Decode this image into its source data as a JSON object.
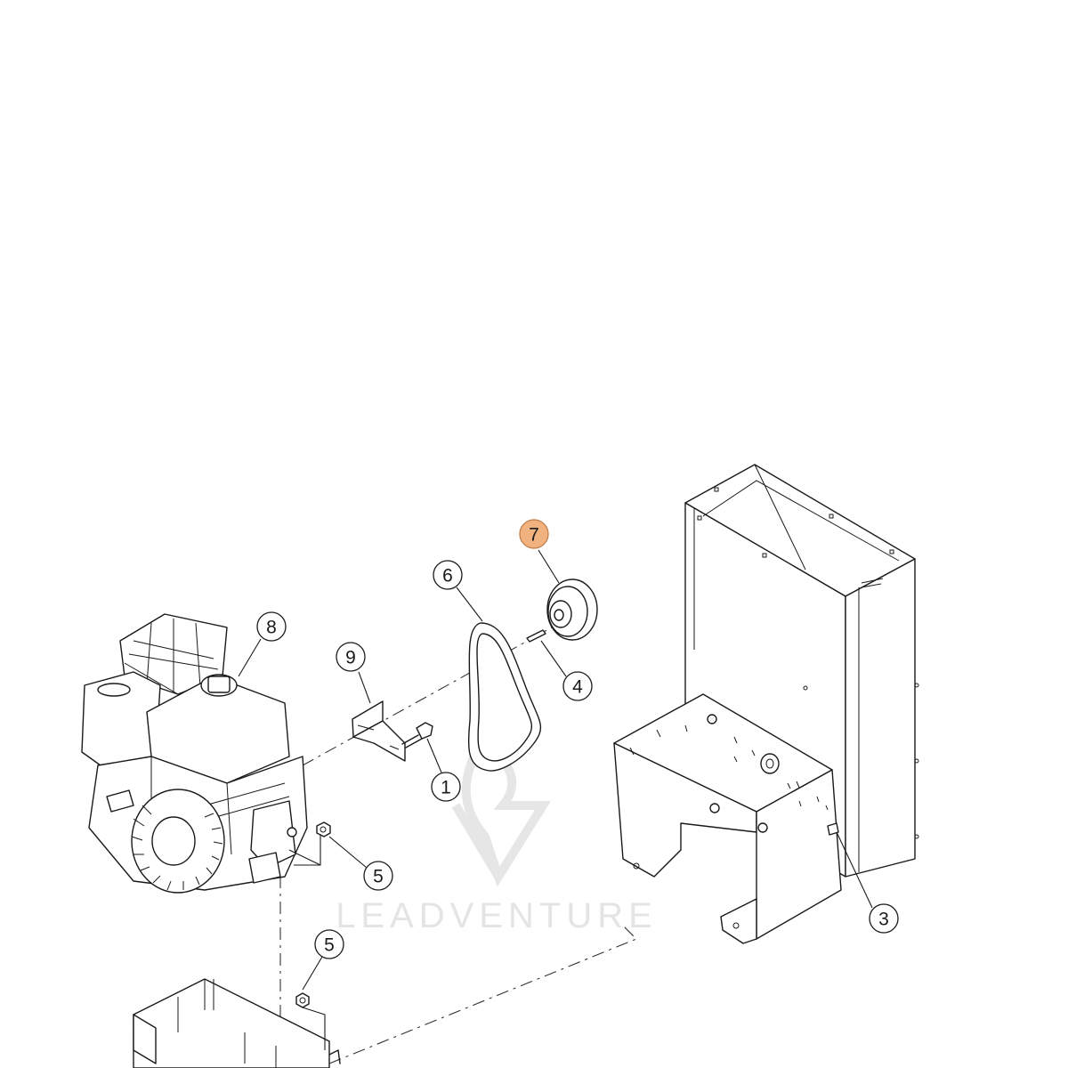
{
  "watermark": {
    "text": "LEADVENTURE"
  },
  "callouts": [
    {
      "id": "c7",
      "label": "7",
      "highlighted": true
    },
    {
      "id": "c6",
      "label": "6",
      "highlighted": false
    },
    {
      "id": "c8",
      "label": "8",
      "highlighted": false
    },
    {
      "id": "c9",
      "label": "9",
      "highlighted": false
    },
    {
      "id": "c4",
      "label": "4",
      "highlighted": false
    },
    {
      "id": "c1",
      "label": "1",
      "highlighted": false
    },
    {
      "id": "c5a",
      "label": "5",
      "highlighted": false
    },
    {
      "id": "c5b",
      "label": "5",
      "highlighted": false
    },
    {
      "id": "c3",
      "label": "3",
      "highlighted": false
    }
  ],
  "colors": {
    "highlight": "#f0b27f",
    "line": "#1a1a1a",
    "watermark": "#e4e4e4"
  }
}
